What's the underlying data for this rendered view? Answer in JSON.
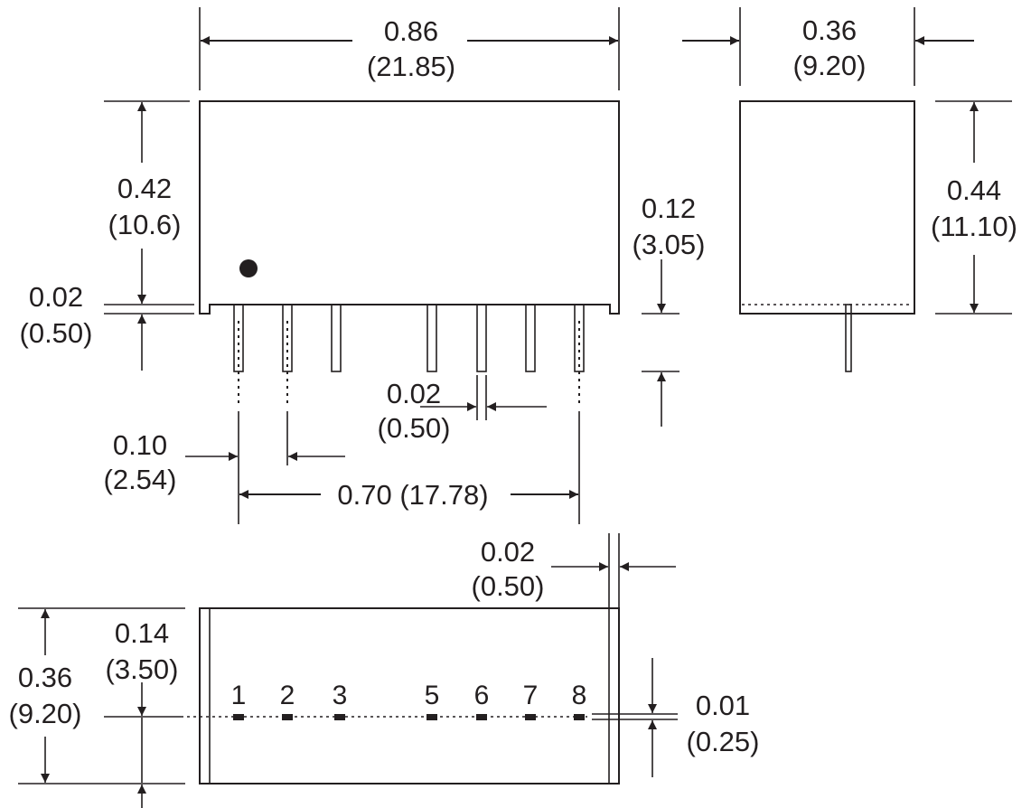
{
  "dimensions": {
    "length": {
      "in": "0.86",
      "mm": "(21.85)"
    },
    "width": {
      "in": "0.36",
      "mm": "(9.20)"
    },
    "body_height": {
      "in": "0.42",
      "mm": "(10.6)"
    },
    "standoff": {
      "in": "0.02",
      "mm": "(0.50)"
    },
    "side_height": {
      "in": "0.44",
      "mm": "(11.10)"
    },
    "pin_length": {
      "in": "0.12",
      "mm": "(3.05)"
    },
    "pin_width": {
      "in": "0.02",
      "mm": "(0.50)"
    },
    "pin_pitch": {
      "in": "0.10",
      "mm": "(2.54)"
    },
    "pin_span": {
      "text": "0.70 (17.78)"
    },
    "end_offset": {
      "in": "0.02",
      "mm": "(0.50)"
    },
    "bottom_width": {
      "in": "0.36",
      "mm": "(9.20)"
    },
    "pin_row_offset": {
      "in": "0.14",
      "mm": "(3.50)"
    },
    "pin_tolerance": {
      "in": "0.01",
      "mm": "(0.25)"
    }
  },
  "pins": [
    "1",
    "2",
    "3",
    "5",
    "6",
    "7",
    "8"
  ]
}
